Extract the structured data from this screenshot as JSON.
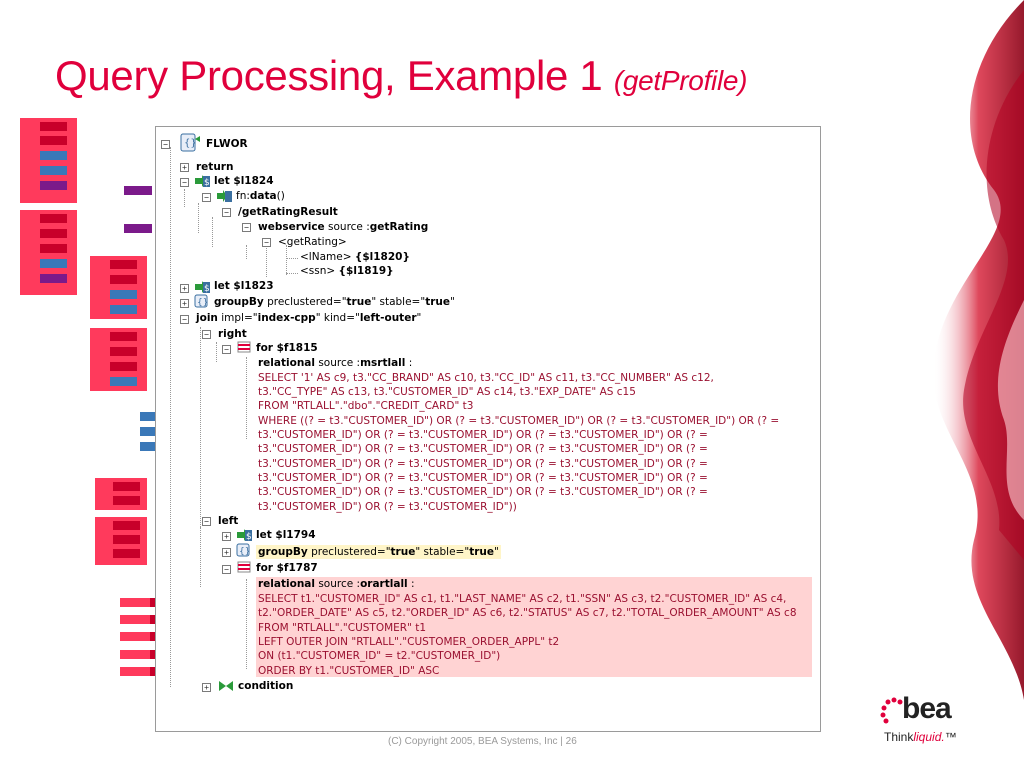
{
  "slide": {
    "title": "Query Processing, Example 1",
    "title_sub": "(getProfile)",
    "footer": "(C) Copyright 2005, BEA Systems, Inc   |   26",
    "logo_text": "bea",
    "logo_tag_think": "Think",
    "logo_tag_liquid": "liquid.",
    "logo_tm": "™"
  },
  "colors": {
    "accent_red": "#e0003c",
    "pink": "#ff3a5c",
    "dark_red": "#c8002a",
    "blue": "#3a78b8",
    "purple": "#7b1a8a",
    "sql_text": "#9a1030",
    "highlight_pink": "#ffd3d3"
  },
  "tree": {
    "root": "FLWOR",
    "return": "return",
    "let1": "let $l1824",
    "fn_prefix": "fn:",
    "fn_name": "data",
    "fn_suffix": "()",
    "get_rating_result": "/getRatingResult",
    "webservice_kw": "webservice",
    "webservice_src": " source :",
    "webservice_name": "getRating",
    "get_rating_tag": "<getRating>",
    "lname_tag": "<lName>",
    "lname_val": "{$l1820}",
    "ssn_tag": "<ssn>",
    "ssn_val": "{$l1819}",
    "let2": "let $l1823",
    "groupby_kw": "groupBy",
    "groupby_attr1": " preclustered=\"",
    "groupby_val1": "true",
    "groupby_attr2": "\" stable=\"",
    "groupby_val2": "true",
    "groupby_end": "\"",
    "join_kw": "join",
    "join_attr1": " impl=\"",
    "join_val1": "index-cpp",
    "join_attr2": "\" kind=\"",
    "join_val2": "left-outer",
    "join_end": "\"",
    "right": "right",
    "for1": "for $f1815",
    "rel1_kw": "relational",
    "rel1_src": " source :",
    "rel1_name": "msrtlall",
    "rel1_colon": " :",
    "sql1": [
      "SELECT '1' AS c9, t3.\"CC_BRAND\" AS c10, t3.\"CC_ID\" AS c11, t3.\"CC_NUMBER\" AS c12,",
      "t3.\"CC_TYPE\" AS c13, t3.\"CUSTOMER_ID\" AS c14, t3.\"EXP_DATE\" AS c15",
      "FROM \"RTLALL\".\"dbo\".\"CREDIT_CARD\" t3",
      "WHERE ((? = t3.\"CUSTOMER_ID\") OR (? = t3.\"CUSTOMER_ID\") OR (? = t3.\"CUSTOMER_ID\") OR (? =",
      "t3.\"CUSTOMER_ID\") OR (? = t3.\"CUSTOMER_ID\") OR (? = t3.\"CUSTOMER_ID\") OR (? =",
      "t3.\"CUSTOMER_ID\") OR (? = t3.\"CUSTOMER_ID\") OR (? = t3.\"CUSTOMER_ID\") OR (? =",
      "t3.\"CUSTOMER_ID\") OR (? = t3.\"CUSTOMER_ID\") OR (? = t3.\"CUSTOMER_ID\") OR (? =",
      "t3.\"CUSTOMER_ID\") OR (? = t3.\"CUSTOMER_ID\") OR (? = t3.\"CUSTOMER_ID\") OR (? =",
      "t3.\"CUSTOMER_ID\") OR (? = t3.\"CUSTOMER_ID\") OR (? = t3.\"CUSTOMER_ID\") OR (? =",
      "t3.\"CUSTOMER_ID\") OR (? = t3.\"CUSTOMER_ID\"))"
    ],
    "left": "left",
    "let3": "let $l1794",
    "for2": "for $f1787",
    "rel2_kw": "relational",
    "rel2_src": " source :",
    "rel2_name": "orartlall",
    "rel2_colon": " :",
    "sql2": [
      "SELECT t1.\"CUSTOMER_ID\" AS c1, t1.\"LAST_NAME\" AS c2, t1.\"SSN\" AS c3, t2.\"CUSTOMER_ID\" AS c4,",
      "t2.\"ORDER_DATE\" AS c5, t2.\"ORDER_ID\" AS c6, t2.\"STATUS\" AS c7, t2.\"TOTAL_ORDER_AMOUNT\" AS c8",
      "FROM \"RTLALL\".\"CUSTOMER\" t1",
      "LEFT OUTER JOIN \"RTLALL\".\"CUSTOMER_ORDER_APPL\" t2",
      "ON (t1.\"CUSTOMER_ID\" = t2.\"CUSTOMER_ID\")",
      "ORDER BY t1.\"CUSTOMER_ID\" ASC"
    ],
    "condition": "condition"
  }
}
